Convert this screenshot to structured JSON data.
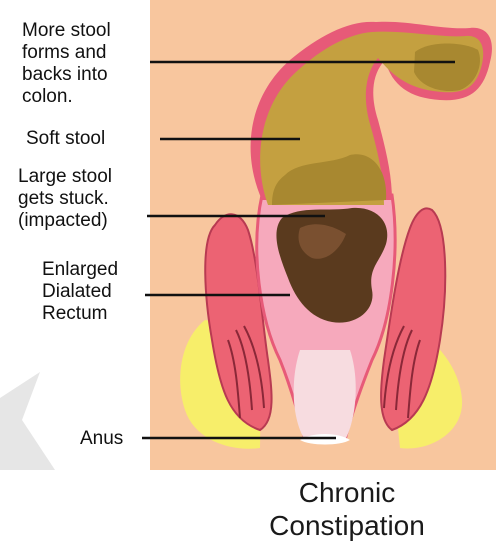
{
  "labels": {
    "more_stool": [
      "More stool",
      "forms and",
      "backs into",
      "colon."
    ],
    "soft_stool": "Soft stool",
    "large_stool": [
      "Large stool",
      "gets stuck.",
      "(impacted)"
    ],
    "enlarged": [
      "Enlarged",
      "Dialated",
      "Rectum"
    ],
    "anus": "Anus"
  },
  "title": [
    "Chronic",
    "Constipation"
  ],
  "colors": {
    "background_panel": "#F8C69E",
    "colon_wall": "#E75A78",
    "colon_lining": "#F6A9BC",
    "stool_light": "#C4A040",
    "stool_mid": "#A88830",
    "stool_dark": "#5A3A1E",
    "muscle": "#EC6373",
    "fat": "#F7EE6A",
    "line": "#111111"
  }
}
